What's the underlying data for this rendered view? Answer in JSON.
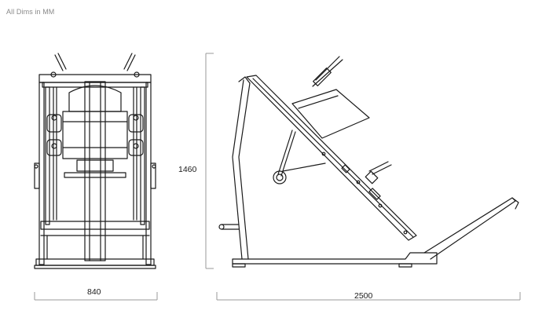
{
  "note": "All Dims in MM",
  "dimensions": {
    "width": "840",
    "height": "1460",
    "length": "2500"
  },
  "colors": {
    "line": "#1a1a1a",
    "dim_line": "#9a9a9a",
    "note": "#8a8a8a"
  },
  "views": {
    "front": "front-view",
    "side": "side-view"
  }
}
